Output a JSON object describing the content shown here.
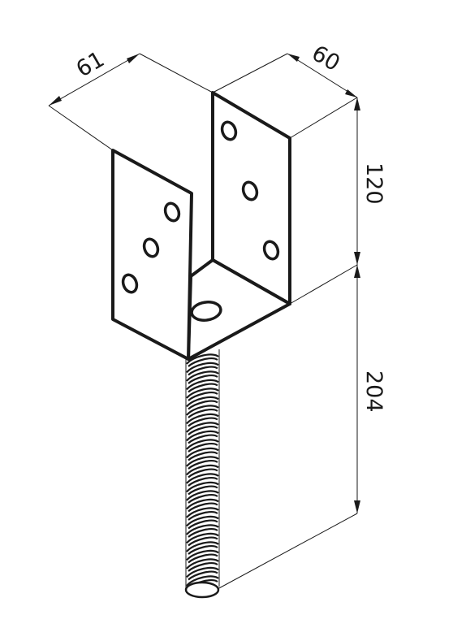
{
  "dimensions": {
    "width_front": "61",
    "width_side": "60",
    "bracket_height": "120",
    "rod_length": "204"
  }
}
